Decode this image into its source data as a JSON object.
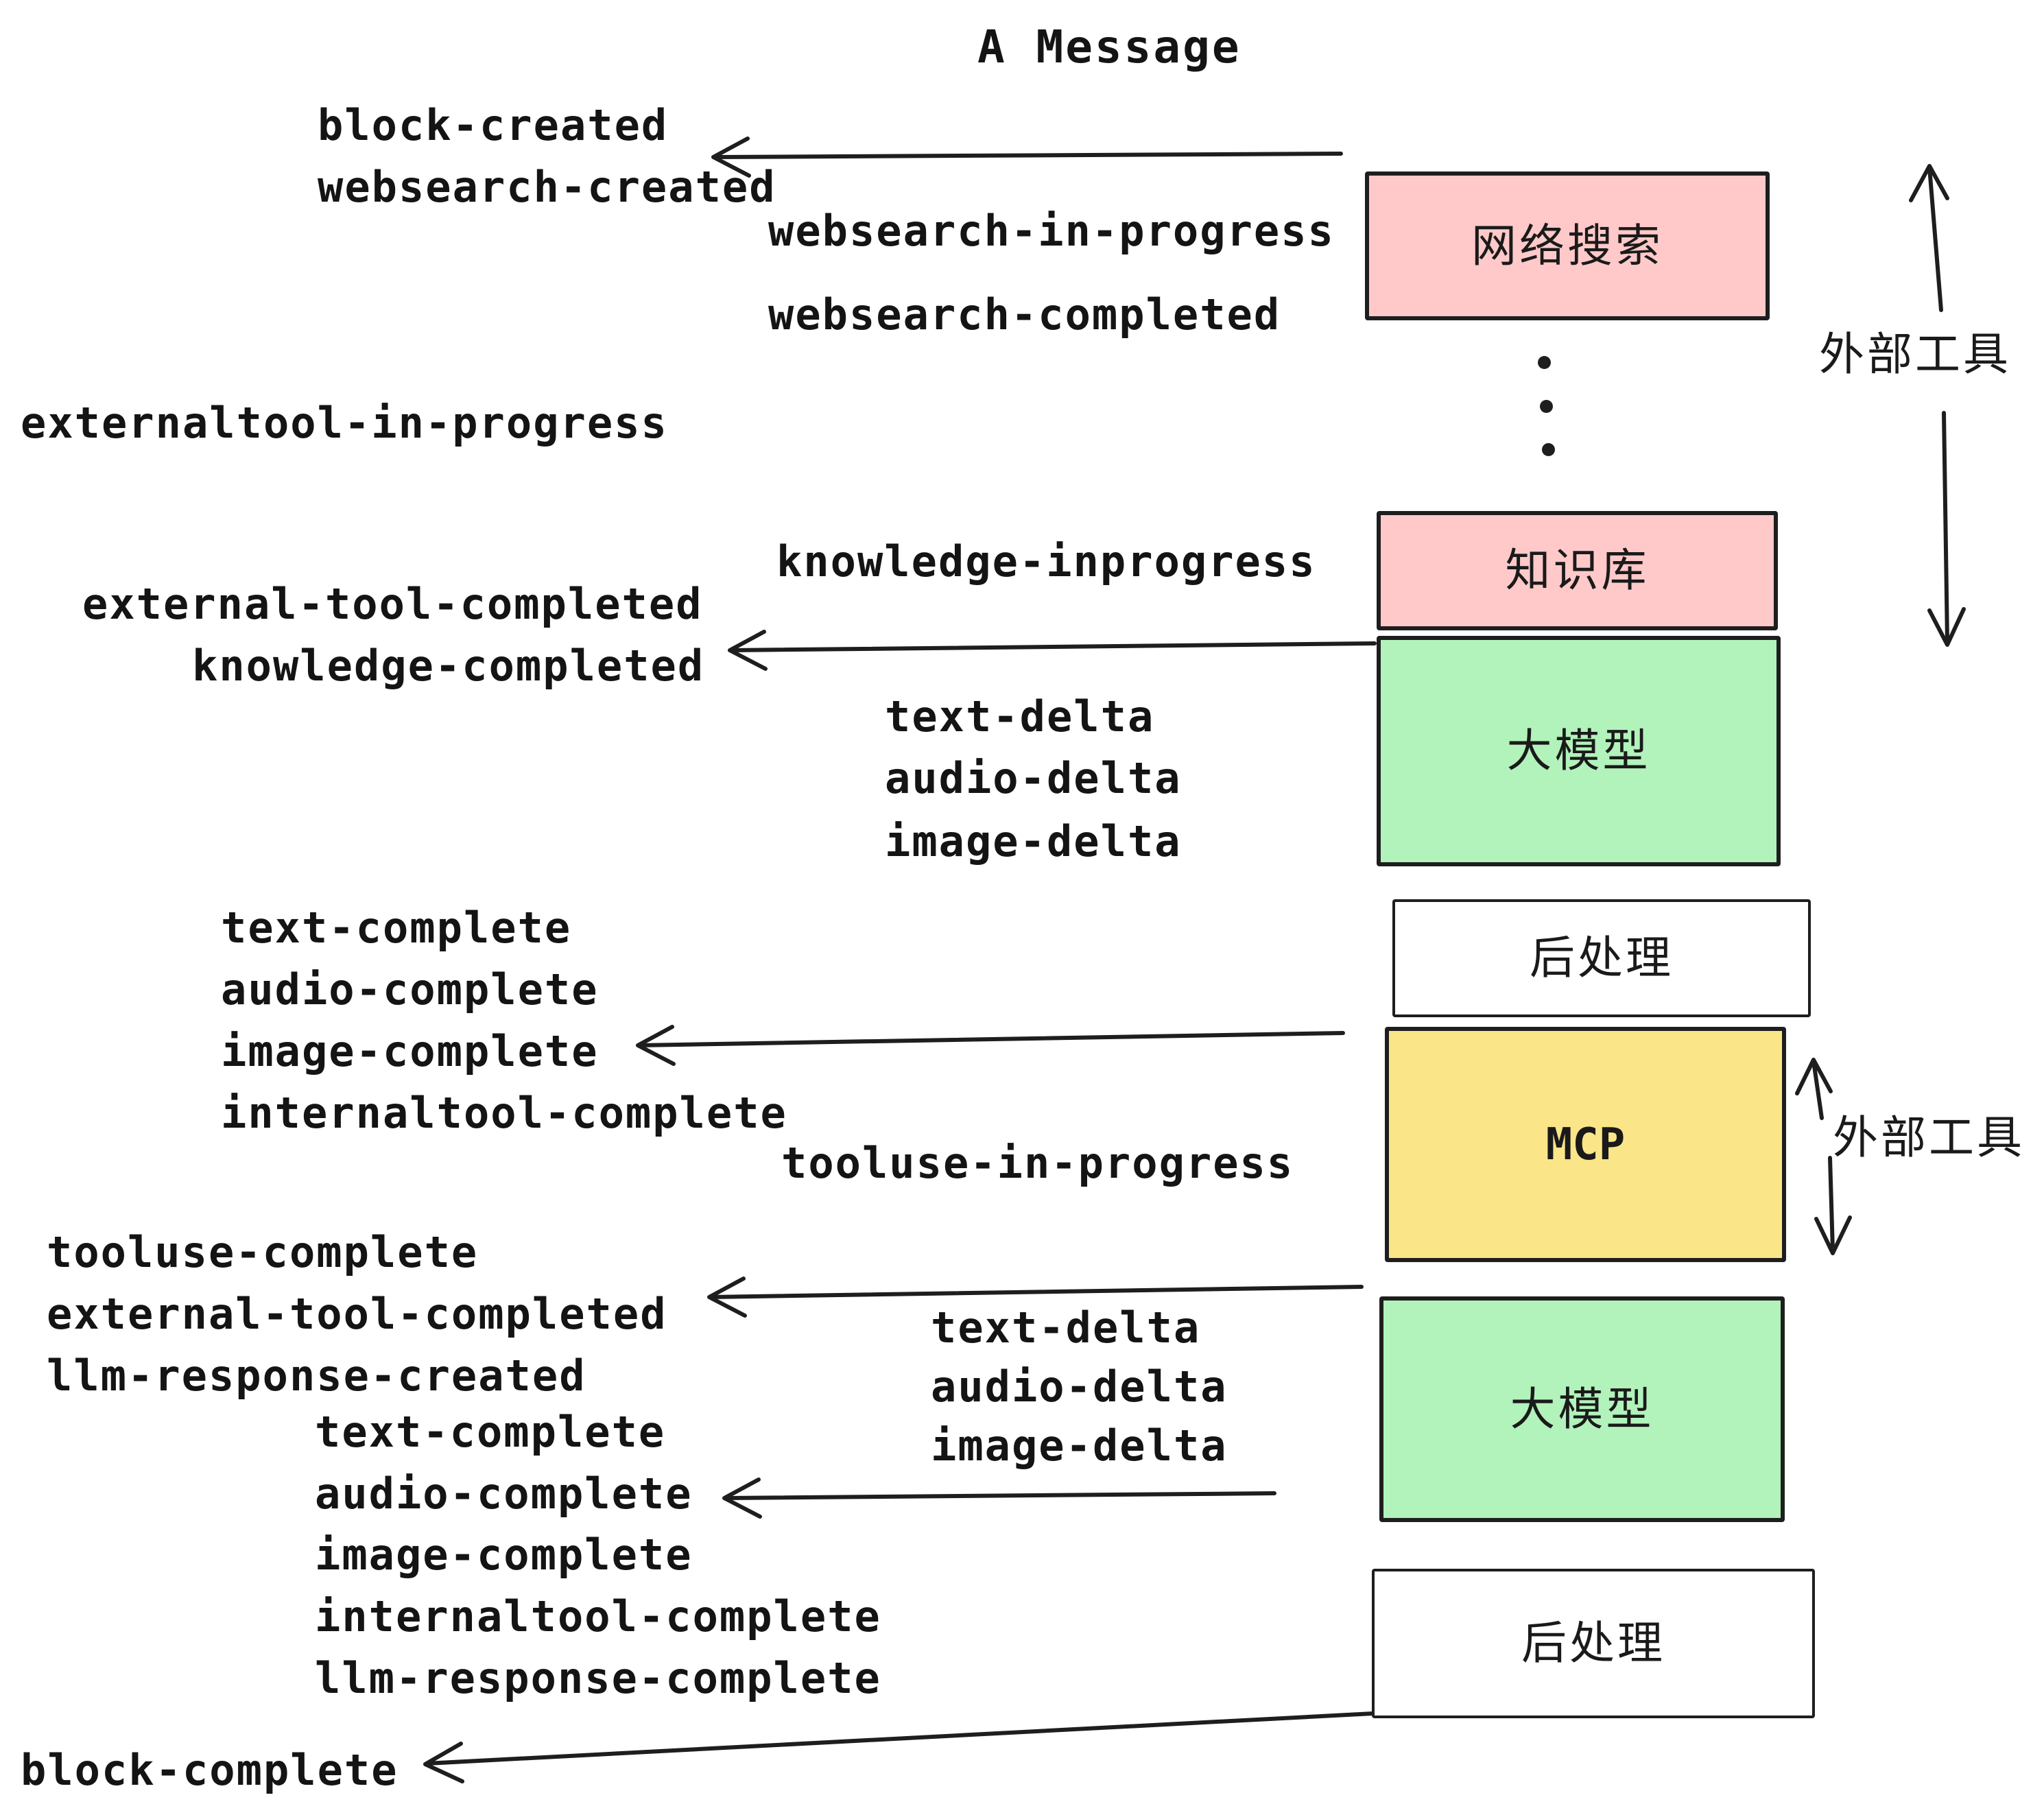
{
  "title": "A Message",
  "colors": {
    "pink": "#ffc9c9",
    "green": "#b2f2bb",
    "yellow": "#fae588",
    "white": "#ffffff",
    "stroke": "#1e1e1e"
  },
  "boxes": [
    {
      "id": "websearch",
      "label": "网络搜索",
      "fill": "pink"
    },
    {
      "id": "knowledge",
      "label": "知识库",
      "fill": "pink"
    },
    {
      "id": "llm-1",
      "label": "大模型",
      "fill": "green"
    },
    {
      "id": "postprocess-1",
      "label": "后处理",
      "fill": "white"
    },
    {
      "id": "mcp",
      "label": "MCP",
      "fill": "yellow"
    },
    {
      "id": "llm-2",
      "label": "大模型",
      "fill": "green"
    },
    {
      "id": "postprocess-2",
      "label": "后处理",
      "fill": "white"
    }
  ],
  "side_labels": {
    "external_tools_top": "外部工具",
    "external_tools_bottom": "外部工具"
  },
  "events": {
    "block_created": "block-created",
    "websearch_created": "websearch-created",
    "websearch_in_progress": "websearch-in-progress",
    "websearch_completed": "websearch-completed",
    "externaltool_in_progress": "externaltool-in-progress",
    "knowledge_inprogress": "knowledge-inprogress",
    "external_tool_completed_1": "external-tool-completed",
    "knowledge_completed": "knowledge-completed",
    "text_delta_1": "text-delta",
    "audio_delta_1": "audio-delta",
    "image_delta_1": "image-delta",
    "text_complete_1": "text-complete",
    "audio_complete_1": "audio-complete",
    "image_complete_1": "image-complete",
    "internaltool_complete_1": "internaltool-complete",
    "tooluse_in_progress": "tooluse-in-progress",
    "tooluse_complete": "tooluse-complete",
    "external_tool_completed_2": "external-tool-completed",
    "llm_response_created": "llm-response-created",
    "text_complete_2": "text-complete",
    "audio_complete_2": "audio-complete",
    "image_complete_2": "image-complete",
    "internaltool_complete_2": "internaltool-complete",
    "llm_response_complete": "llm-response-complete",
    "text_delta_2": "text-delta",
    "audio_delta_2": "audio-delta",
    "image_delta_2": "image-delta",
    "block_complete": "block-complete"
  }
}
